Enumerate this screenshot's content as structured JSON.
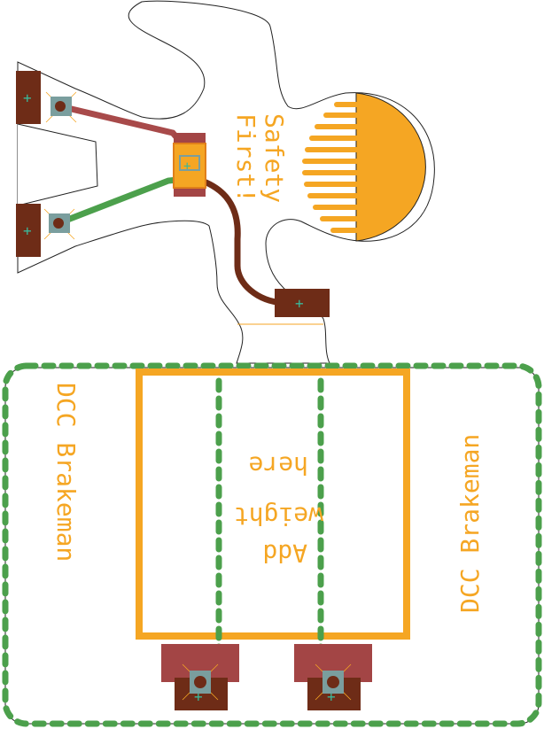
{
  "labels": {
    "safety": [
      "Safety",
      "First!"
    ],
    "left_name": "DCC Brakeman",
    "right_name": "DCC Brakeman",
    "center_note": [
      "Add",
      "weight",
      "here"
    ]
  },
  "colors": {
    "outline": "#222222",
    "silkscreen": "#f5a623",
    "pad_dark": "#6e2c17",
    "pad_red": "#a34545",
    "trace_red": "#a84a4a",
    "trace_green": "#4ca04c",
    "trace_brown": "#6e2c17",
    "keepout_green": "#4ca04c",
    "via": "#7a9e9e",
    "marker": "#3ab89a",
    "led_orange": "#f5a623"
  }
}
